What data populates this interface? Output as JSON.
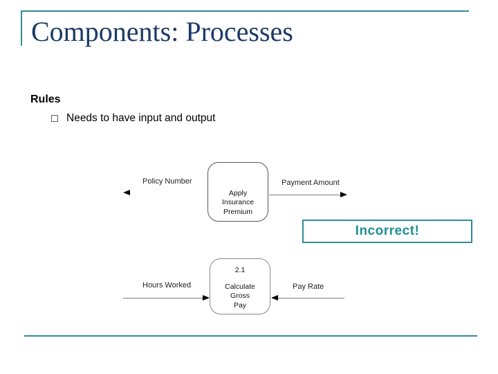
{
  "colors": {
    "accent": "#2E8C96",
    "title": "#1B3A68",
    "incorrect_text": "#1F8F94"
  },
  "slide": {
    "title": "Components: Processes",
    "heading": "Rules",
    "bullet": "Needs to have input and output"
  },
  "diagram_top": {
    "left_label": "Policy Number",
    "right_label": "Payment Amount",
    "process_lines": [
      "Apply",
      "Insurance",
      "Premium"
    ]
  },
  "incorrect_label": "Incorrect!",
  "diagram_bottom": {
    "left_label": "Hours Worked",
    "right_label": "Pay Rate",
    "process_id": "2.1",
    "process_lines": [
      "Calculate",
      "Gross",
      "Pay"
    ]
  }
}
